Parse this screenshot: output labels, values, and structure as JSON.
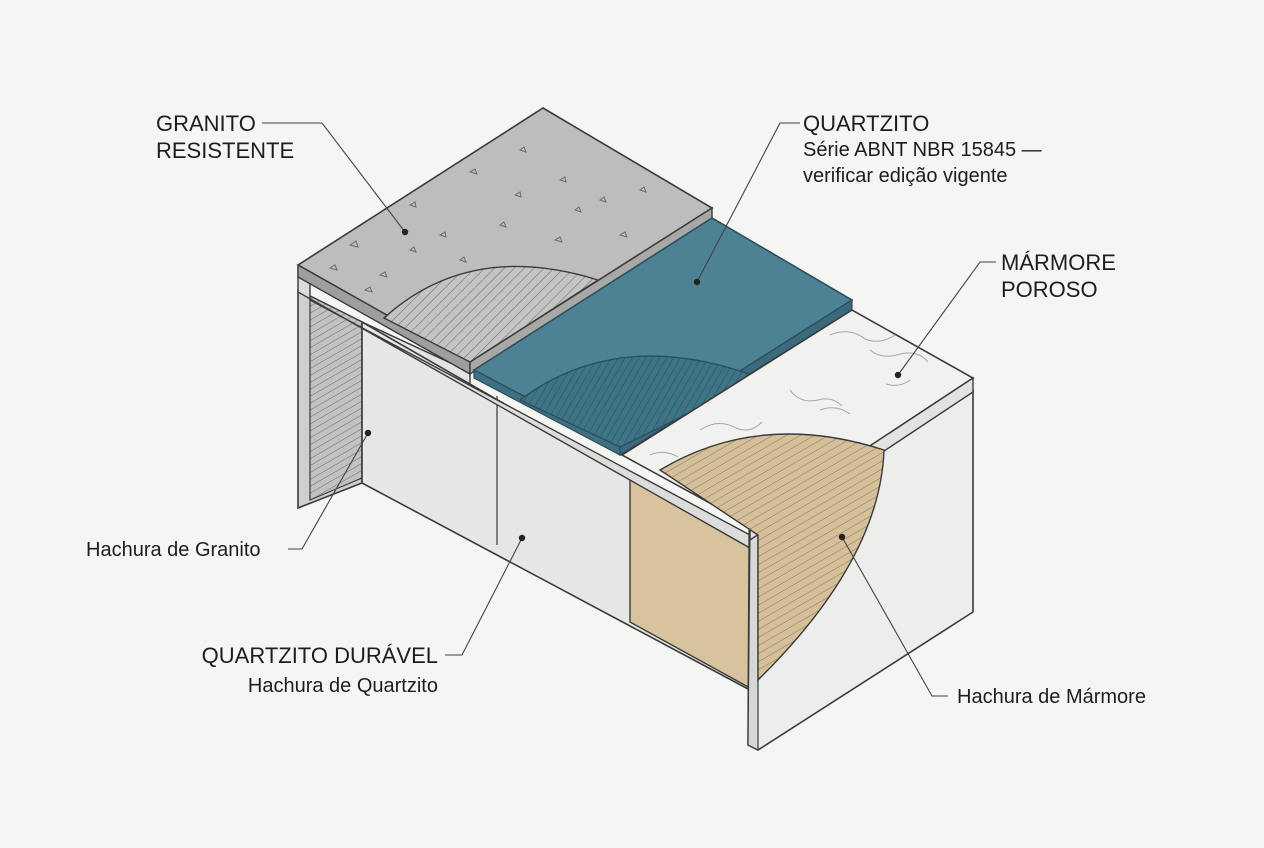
{
  "labels": {
    "granito_line1": "GRANITO",
    "granito_line2": "RESISTENTE",
    "quartzito": "QUARTZITO",
    "quartzito_note1": "Série ABNT NBR 15845 —",
    "quartzito_note2": "verificar edição vigente",
    "marmore_line1": "MÁRMORE",
    "marmore_line2": "POROSO",
    "hachura_granito": "Hachura de Granito",
    "quartzito_duravel": "QUARTZITO DURÁVEL",
    "hachura_quartzito": "Hachura de Quartzito",
    "hachura_marmore": "Hachura de Mármore"
  },
  "colors": {
    "granite": "#b9b9b9",
    "quartzite": "#4a7f92",
    "marble": "#efefee",
    "marble_hatch": "#d8c39a",
    "wall": "#e3e3e2",
    "line": "#3a3a3a"
  }
}
